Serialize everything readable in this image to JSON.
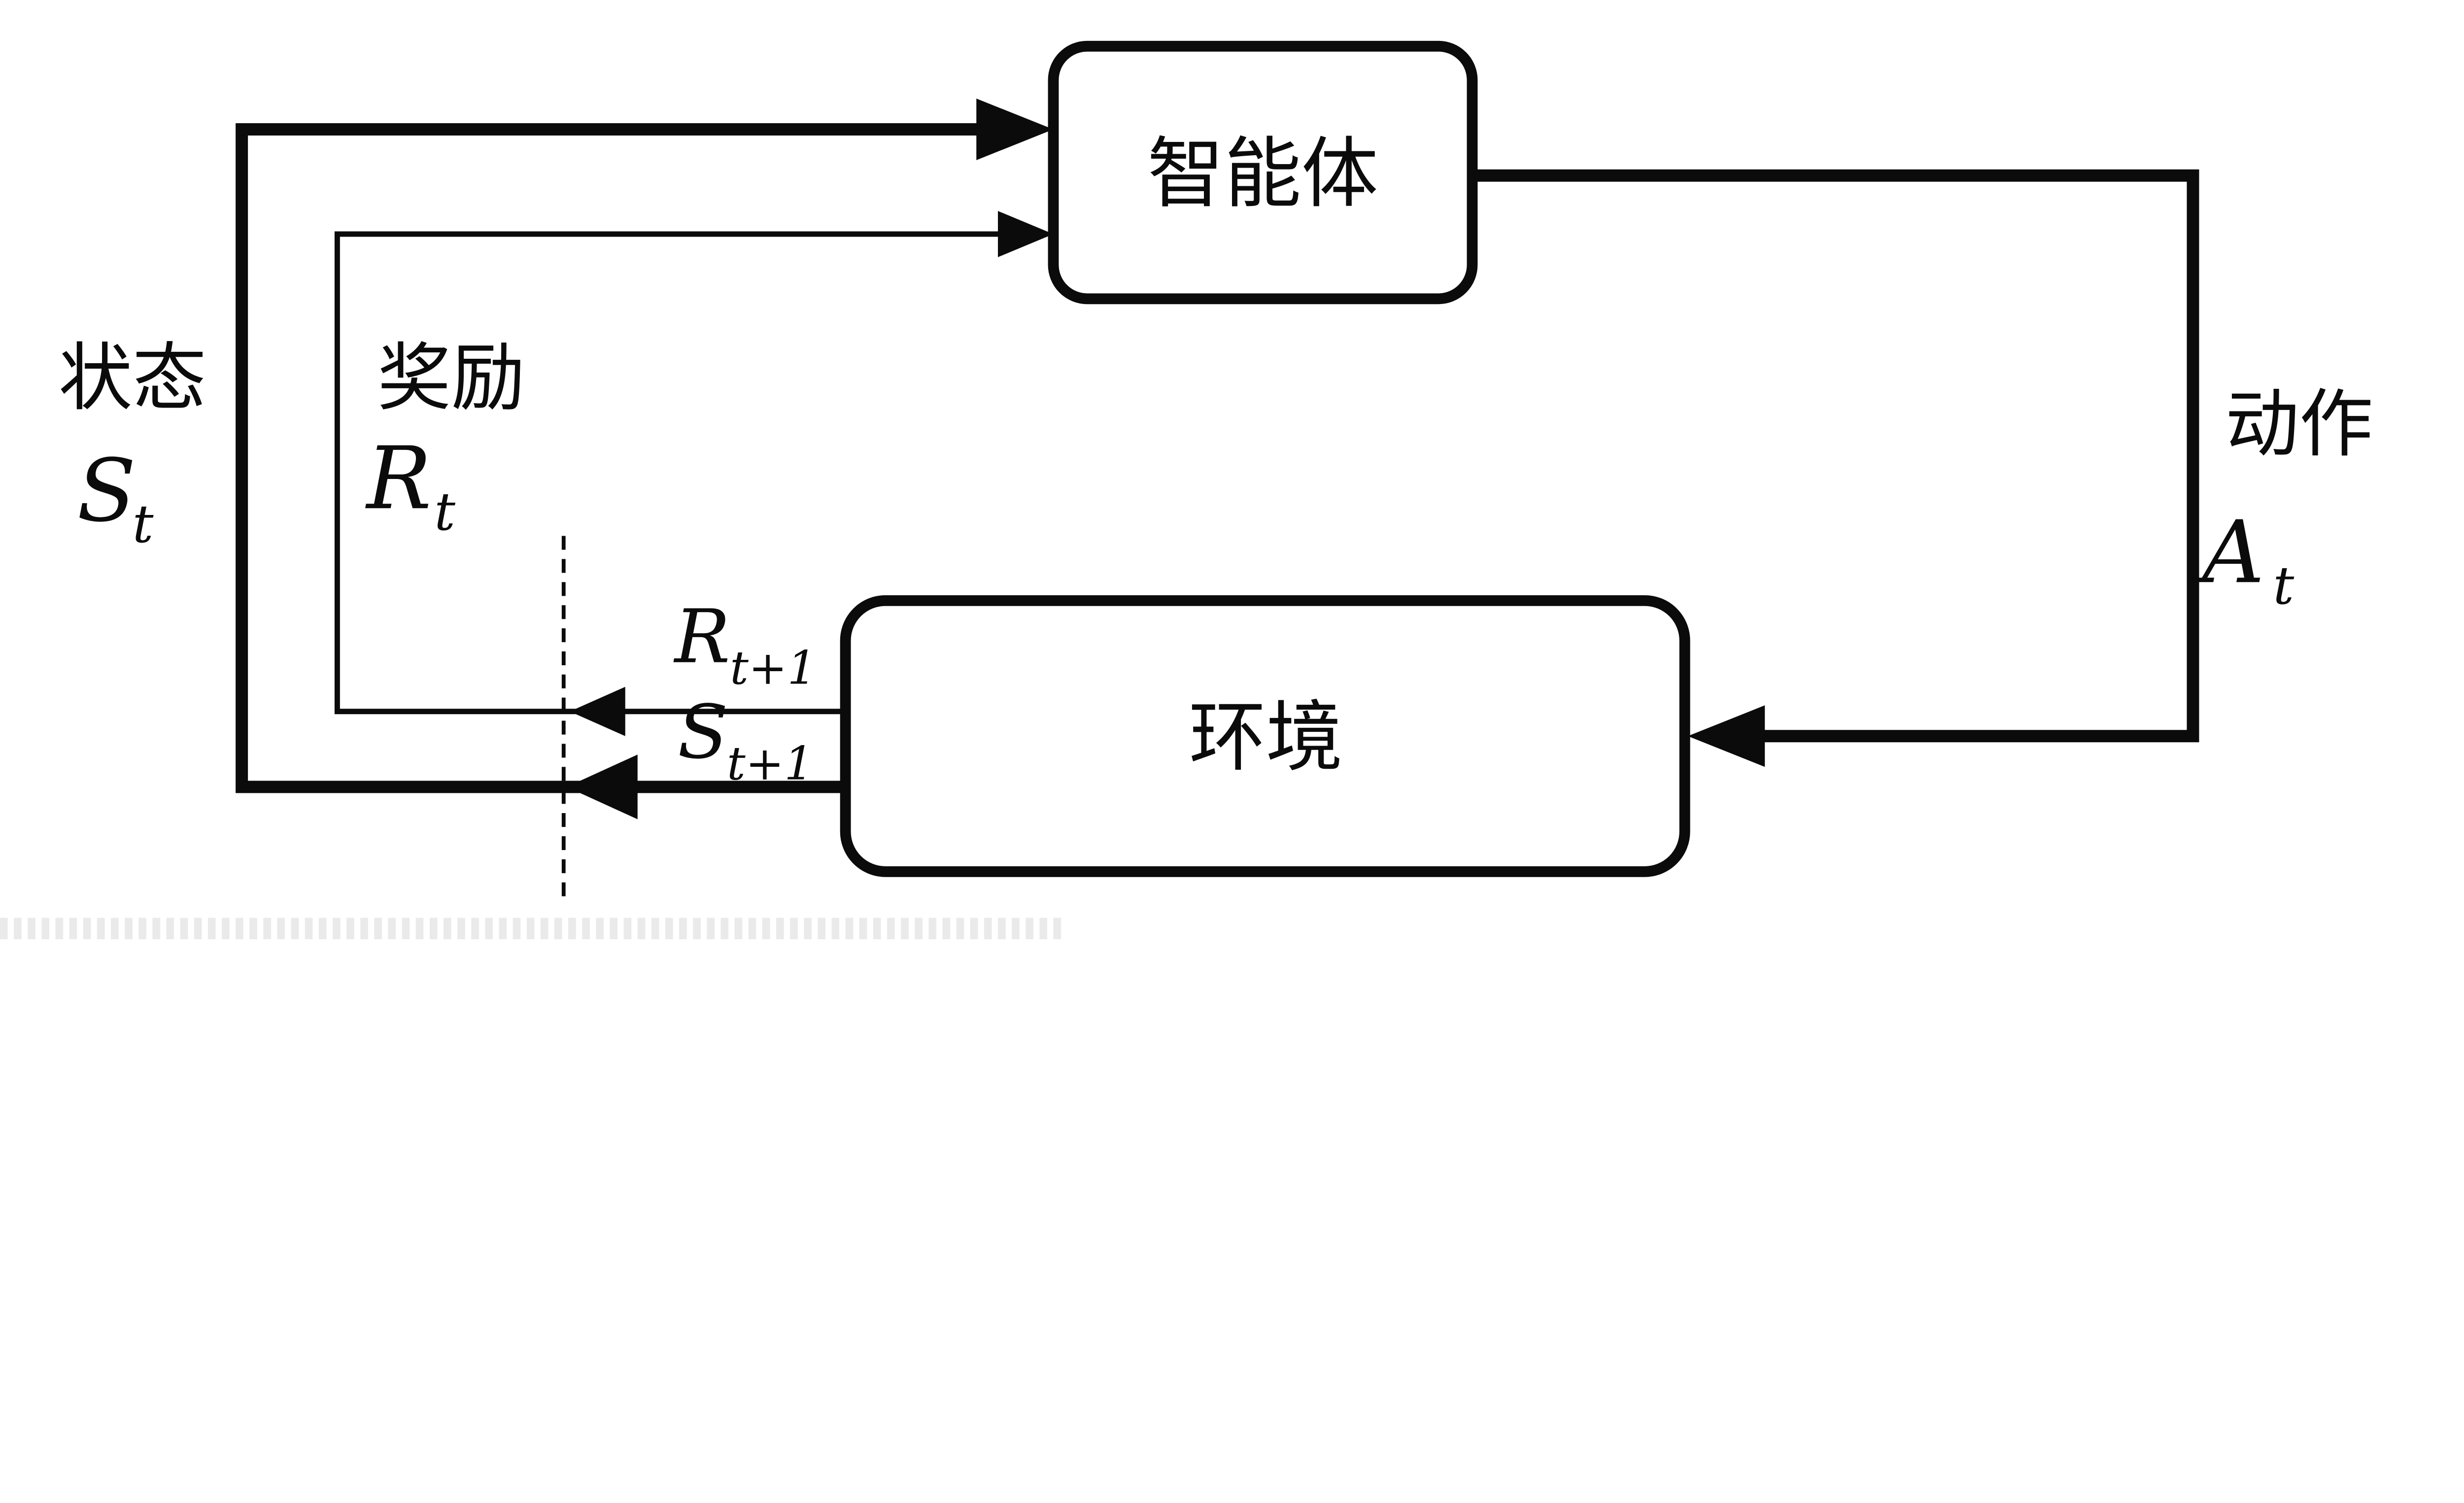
{
  "page": {
    "background": "#ffffff",
    "line_color": "#0b0b0b"
  },
  "nodes": {
    "agent": {
      "label": "智能体"
    },
    "environment": {
      "label": "环境"
    }
  },
  "signals": {
    "state": {
      "name": "状态",
      "symbol": "S",
      "subscript": "t"
    },
    "reward": {
      "name": "奖励",
      "symbol": "R",
      "subscript": "t"
    },
    "action": {
      "name": "动作",
      "symbol": "A",
      "subscript": "t"
    },
    "next_reward": {
      "symbol": "R",
      "subscript": "t+1"
    },
    "next_state": {
      "symbol": "S",
      "subscript": "t+1"
    }
  }
}
